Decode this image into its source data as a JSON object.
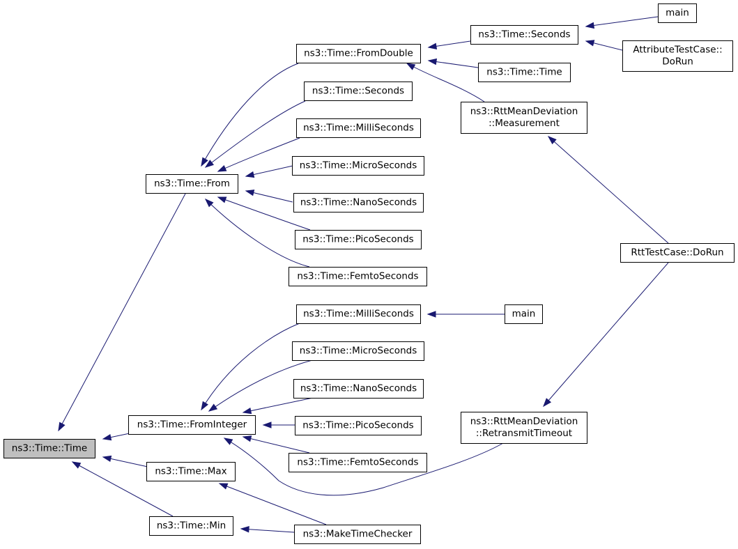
{
  "nodes": {
    "time_time_root": {
      "lines": [
        "ns3::Time::Time"
      ],
      "root": true
    },
    "from": {
      "lines": [
        "ns3::Time::From"
      ]
    },
    "from_integer": {
      "lines": [
        "ns3::Time::FromInteger"
      ]
    },
    "max": {
      "lines": [
        "ns3::Time::Max"
      ]
    },
    "min": {
      "lines": [
        "ns3::Time::Min"
      ]
    },
    "from_double": {
      "lines": [
        "ns3::Time::FromDouble"
      ]
    },
    "from_seconds": {
      "lines": [
        "ns3::Time::Seconds"
      ]
    },
    "from_milliseconds": {
      "lines": [
        "ns3::Time::MilliSeconds"
      ]
    },
    "from_microseconds": {
      "lines": [
        "ns3::Time::MicroSeconds"
      ]
    },
    "from_nanoseconds": {
      "lines": [
        "ns3::Time::NanoSeconds"
      ]
    },
    "from_picoseconds": {
      "lines": [
        "ns3::Time::PicoSeconds"
      ]
    },
    "from_femtoseconds": {
      "lines": [
        "ns3::Time::FemtoSeconds"
      ]
    },
    "fi_milliseconds": {
      "lines": [
        "ns3::Time::MilliSeconds"
      ]
    },
    "fi_microseconds": {
      "lines": [
        "ns3::Time::MicroSeconds"
      ]
    },
    "fi_nanoseconds": {
      "lines": [
        "ns3::Time::NanoSeconds"
      ]
    },
    "fi_picoseconds": {
      "lines": [
        "ns3::Time::PicoSeconds"
      ]
    },
    "fi_femtoseconds": {
      "lines": [
        "ns3::Time::FemtoSeconds"
      ]
    },
    "make_time_checker": {
      "lines": [
        "ns3::MakeTimeChecker"
      ]
    },
    "fd_seconds": {
      "lines": [
        "ns3::Time::Seconds"
      ]
    },
    "fd_time_time": {
      "lines": [
        "ns3::Time::Time"
      ]
    },
    "rtt_measurement": {
      "lines": [
        "ns3::RttMeanDeviation",
        "::Measurement"
      ]
    },
    "rtt_retransmit": {
      "lines": [
        "ns3::RttMeanDeviation",
        "::RetransmitTimeout"
      ]
    },
    "main_top": {
      "lines": [
        "main"
      ]
    },
    "attribute_test": {
      "lines": [
        "AttributeTestCase::",
        "DoRun"
      ]
    },
    "rtt_test": {
      "lines": [
        "RttTestCase::DoRun"
      ]
    },
    "main_mid": {
      "lines": [
        "main"
      ]
    }
  },
  "edges": [
    {
      "from": "from",
      "to": "time_time_root"
    },
    {
      "from": "from_integer",
      "to": "time_time_root"
    },
    {
      "from": "max",
      "to": "time_time_root"
    },
    {
      "from": "min",
      "to": "time_time_root"
    },
    {
      "from": "from_double",
      "to": "from"
    },
    {
      "from": "from_seconds",
      "to": "from"
    },
    {
      "from": "from_milliseconds",
      "to": "from"
    },
    {
      "from": "from_microseconds",
      "to": "from"
    },
    {
      "from": "from_nanoseconds",
      "to": "from"
    },
    {
      "from": "from_picoseconds",
      "to": "from"
    },
    {
      "from": "from_femtoseconds",
      "to": "from"
    },
    {
      "from": "fd_seconds",
      "to": "from_double"
    },
    {
      "from": "fd_time_time",
      "to": "from_double"
    },
    {
      "from": "rtt_measurement",
      "to": "from_double"
    },
    {
      "from": "main_top",
      "to": "fd_seconds"
    },
    {
      "from": "attribute_test",
      "to": "fd_seconds"
    },
    {
      "from": "rtt_test",
      "to": "rtt_measurement"
    },
    {
      "from": "fi_milliseconds",
      "to": "from_integer"
    },
    {
      "from": "fi_microseconds",
      "to": "from_integer"
    },
    {
      "from": "fi_nanoseconds",
      "to": "from_integer"
    },
    {
      "from": "fi_picoseconds",
      "to": "from_integer"
    },
    {
      "from": "fi_femtoseconds",
      "to": "from_integer"
    },
    {
      "from": "rtt_retransmit",
      "to": "from_integer"
    },
    {
      "from": "main_mid",
      "to": "fi_milliseconds"
    },
    {
      "from": "rtt_test",
      "to": "rtt_retransmit"
    },
    {
      "from": "make_time_checker",
      "to": "max"
    },
    {
      "from": "make_time_checker",
      "to": "min"
    }
  ]
}
